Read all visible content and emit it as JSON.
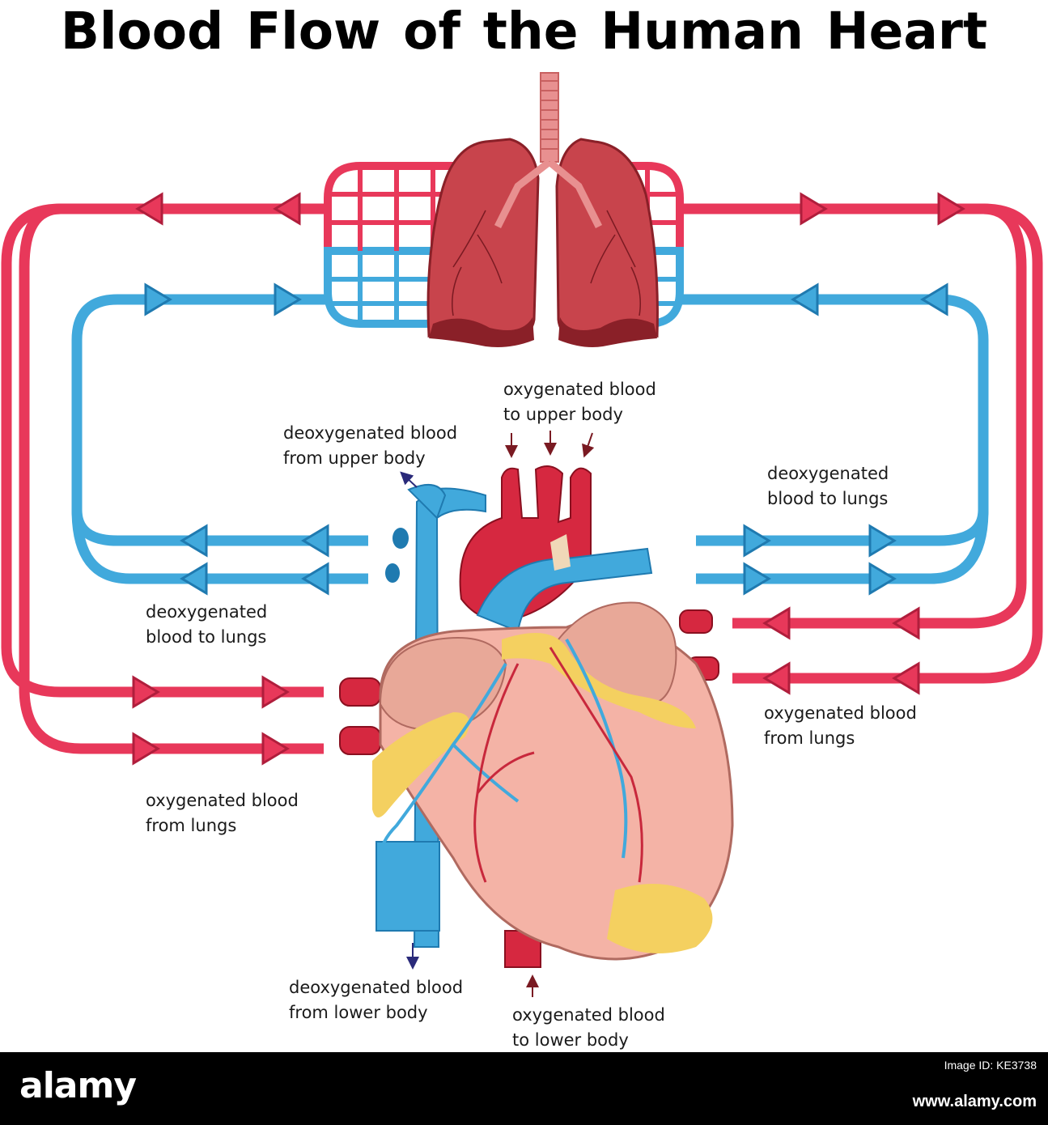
{
  "title": "Blood  Flow  of the Human Heart",
  "labels": {
    "oxy_upper": [
      "oxygenated blood",
      "to upper body"
    ],
    "deoxy_upper": [
      "deoxygenated blood",
      "from upper body"
    ],
    "deoxy_lungs_right": [
      "deoxygenated",
      "blood to lungs"
    ],
    "deoxy_lungs_left": [
      "deoxygenated",
      "blood to lungs"
    ],
    "oxy_lungs_right": [
      "oxygenated blood",
      "from lungs"
    ],
    "oxy_lungs_left": [
      "oxygenated blood",
      "from lungs"
    ],
    "deoxy_lower": [
      "deoxygenated blood",
      "from lower body"
    ],
    "oxy_lower": [
      "oxygenated blood",
      "to lower body"
    ]
  },
  "colors": {
    "oxygenated": "#e8385a",
    "deoxygenated": "#41a9dc",
    "lung": "#c8444c",
    "heart_body": "#f4b3a6",
    "fat": "#f4d060"
  },
  "footer": {
    "logo": "alamy",
    "image_id": "Image ID: KE3738",
    "url": "www.alamy.com"
  }
}
